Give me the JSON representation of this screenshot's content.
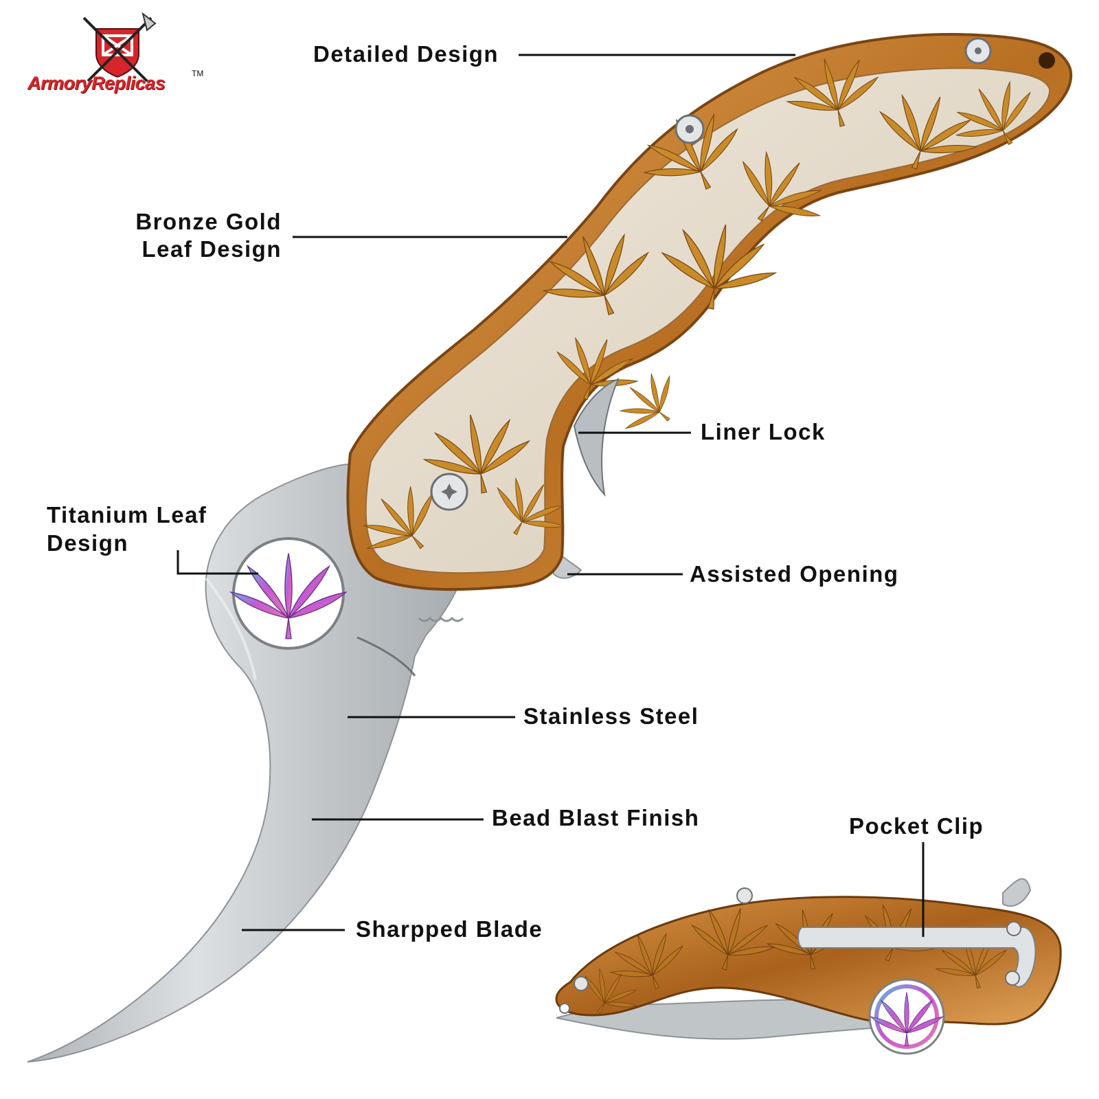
{
  "brand": {
    "name": "ArmoryReplicas",
    "trademark": "TM",
    "color": "#d6262b"
  },
  "callouts": {
    "detailed_design": "Detailed Design",
    "bronze_gold_line1": "Bronze Gold",
    "bronze_gold_line2": "Leaf Design",
    "liner_lock": "Liner Lock",
    "titanium_line1": "Titanium Leaf",
    "titanium_line2": "Design",
    "assisted_opening": "Assisted Opening",
    "stainless_steel": "Stainless Steel",
    "bead_blast_finish": "Bead Blast Finish",
    "sharpped_blade": "Sharpped Blade",
    "pocket_clip": "Pocket Clip"
  },
  "colors": {
    "handle_bronze": "#c98a3a",
    "handle_inset": "#e6dccb",
    "leaf_gold": "#c98b2a",
    "blade_steel": "#c9cdd0",
    "titanium_leaf": "#b657c8",
    "callout_line": "#111111"
  }
}
